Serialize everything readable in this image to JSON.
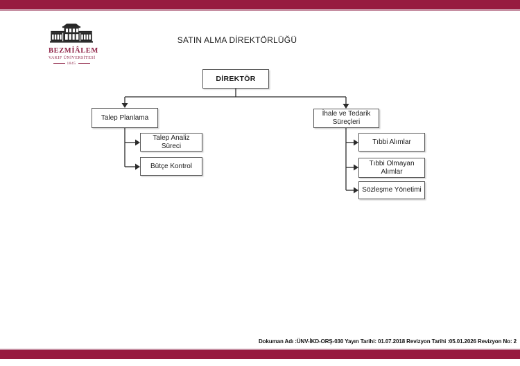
{
  "page": {
    "title": "SATIN ALMA DİREKTÖRLÜĞÜ",
    "footer": "Dokuman Adı :ÜNV-İKD-ORŞ-030 Yayın Tarihi: 01.07.2018 Revizyon Tarihi :05.01.2026 Revizyon No: 2"
  },
  "logo": {
    "name": "BEZMİÂLEM",
    "subtitle": "VAKIF ÜNİVERSİTESİ",
    "year": "1845"
  },
  "org_chart": {
    "root": "DİREKTÖR",
    "branches": [
      {
        "label": "Talep Planlama",
        "children": [
          "Talep Analiz Süreci",
          "Bütçe Kontrol"
        ]
      },
      {
        "label": "İhale ve Tedarik Süreçleri",
        "children": [
          "Tıbbi Alımlar",
          "Tıbbi Olmayan Alımlar",
          "Sözleşme Yönetimi"
        ]
      }
    ]
  },
  "colors": {
    "bar_maroon": "#971B40",
    "bar_accent": "#C68FA2",
    "logo_maroon": "#8D2044",
    "line_gray": "#2b2b2b"
  }
}
